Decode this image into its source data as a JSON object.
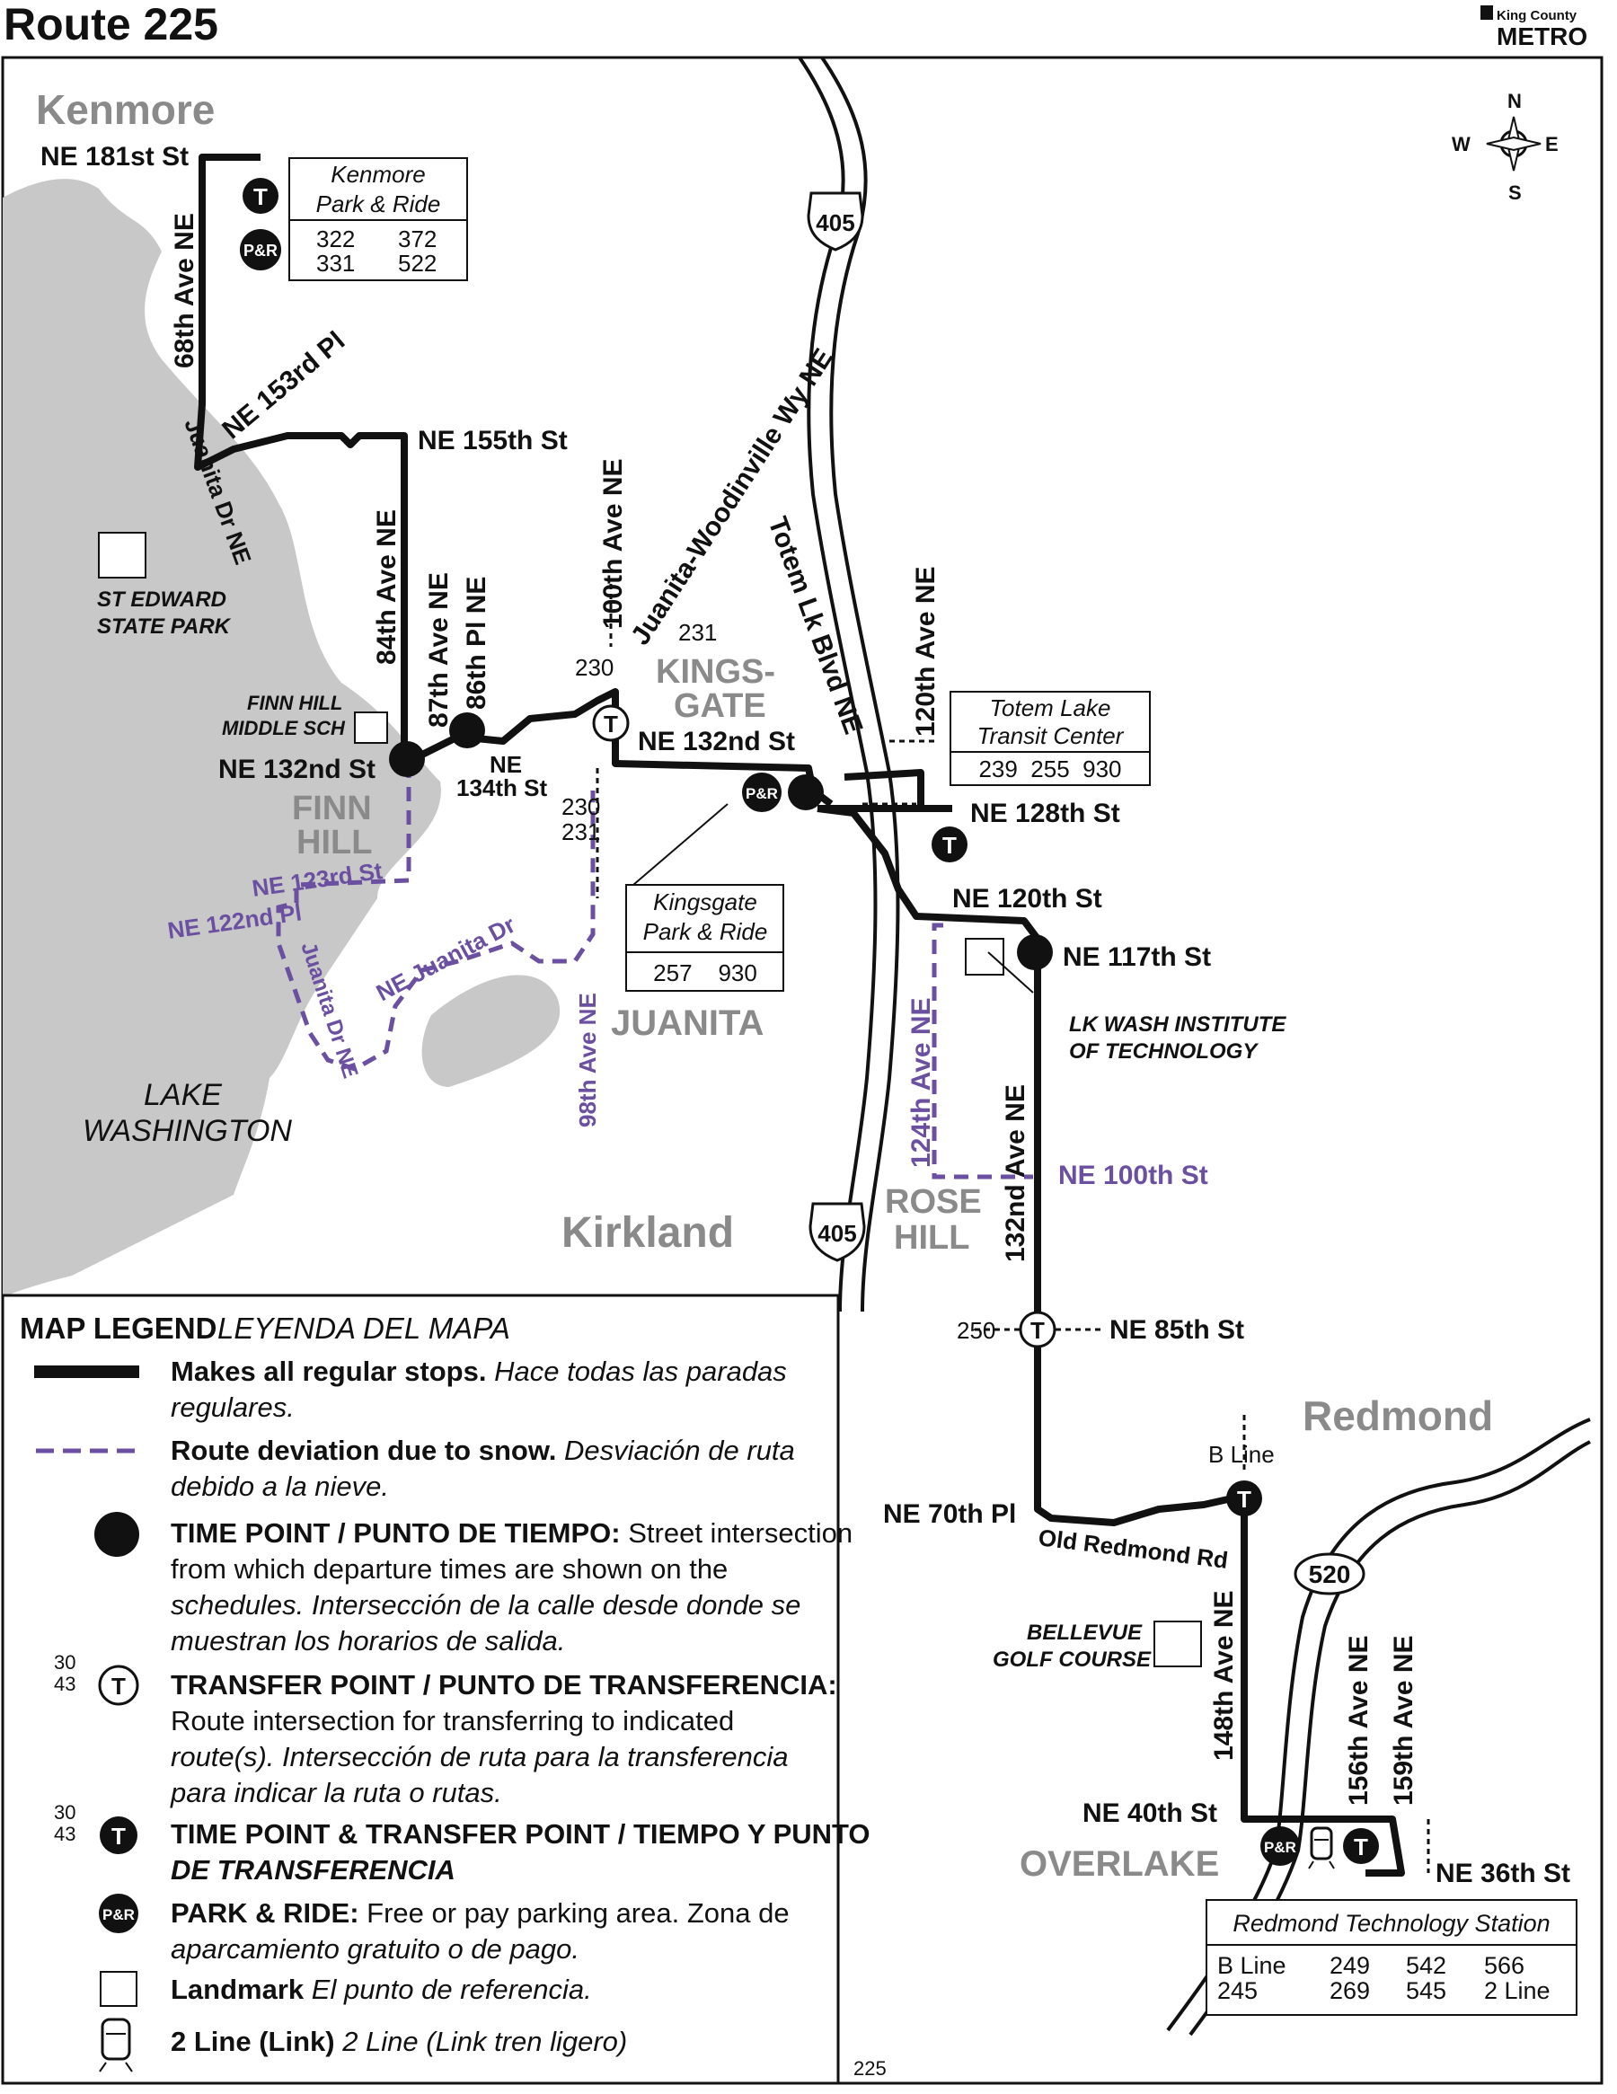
{
  "header": {
    "title": "Route 225",
    "agency_line1": "King County",
    "agency_line2": "METRO"
  },
  "compass": {
    "n": "N",
    "s": "S",
    "e": "E",
    "w": "W"
  },
  "areas": {
    "kenmore": "Kenmore",
    "finn_hill": [
      "FINN",
      "HILL"
    ],
    "kingsgate": [
      "KINGS-",
      "GATE"
    ],
    "juanita": "JUANITA",
    "kirkland": "Kirkland",
    "rose_hill": [
      "ROSE",
      "HILL"
    ],
    "redmond": "Redmond",
    "overlake": "OVERLAKE",
    "lake": [
      "LAKE",
      "WASHINGTON"
    ]
  },
  "streets": {
    "ne181": "NE 181st St",
    "ave68": "68th Ave NE",
    "ne153pl": "NE 153rd Pl",
    "juanita_dr": "Juanita Dr NE",
    "ne155": "NE 155th St",
    "ave84": "84th Ave NE",
    "ave87": "87th Ave NE",
    "pl86": "86th Pl NE",
    "ne134": [
      "NE",
      "134th St"
    ],
    "ne132_w": "NE 132nd St",
    "ave100": "100th Ave NE",
    "jw_way": "Juanita-Woodinville Wy NE",
    "totem_blvd": "Totem Lk Blvd NE",
    "ne132_e": "NE 132nd St",
    "ave120": "120th Ave NE",
    "ne128": "NE 128th St",
    "ne120": "NE 120th St",
    "ne117": "NE 117th St",
    "ave124": "124th Ave NE",
    "ave132": "132nd Ave NE",
    "ne100": "NE 100th St",
    "ne85": "NE 85th St",
    "ne70pl": "NE 70th Pl",
    "old_redmond": "Old Redmond Rd",
    "ave148": "148th Ave NE",
    "ave156": "156th Ave NE",
    "ave159": "159th Ave NE",
    "ne40": "NE 40th St",
    "ne36": "NE 36th St",
    "ne123": "NE 123rd St",
    "ne122pl": "NE 122nd Pl",
    "juanita_dr2": "Juanita Dr NE",
    "ne_juanita_dr": "NE Juanita Dr",
    "ave98": "98th Ave NE"
  },
  "highways": {
    "i405_a": "405",
    "i405_b": "405",
    "sr520": "520"
  },
  "landmarks": {
    "st_edward": [
      "ST EDWARD",
      "STATE PARK"
    ],
    "finn_hill_ms": [
      "FINN HILL",
      "MIDDLE SCH"
    ],
    "lwit": [
      "LK WASH INSTITUTE",
      "OF TECHNOLOGY"
    ],
    "bellevue_golf": [
      "BELLEVUE",
      "GOLF COURSE"
    ]
  },
  "stations": {
    "kenmore_pr": {
      "title": [
        "Kenmore",
        "Park & Ride"
      ],
      "routes": [
        "322",
        "372",
        "331",
        "522"
      ]
    },
    "totem_lake": {
      "title": [
        "Totem Lake",
        "Transit Center"
      ],
      "routes": "239  255  930"
    },
    "kingsgate_pr": {
      "title": [
        "Kingsgate",
        "Park & Ride"
      ],
      "routes": "257    930"
    },
    "redmond_tech": {
      "title": "Redmond Technology Station",
      "routes": [
        "B Line",
        "249",
        "542",
        "566",
        "245",
        "269",
        "545",
        "2 Line"
      ]
    }
  },
  "transfer_labels": {
    "r230_top": "230",
    "r231_top": "231",
    "r230_bot": "230",
    "r231_bot": "231",
    "r250": "250",
    "b_line": "B Line",
    "t": "T",
    "pr": "P&R"
  },
  "legend": {
    "heading": "MAP LEGEND",
    "heading_es": "LEYENDA DEL MAPA",
    "items": [
      {
        "bold": "Makes all regular stops.",
        "rest": " Hace todas las paradas",
        "line2": "regulares."
      },
      {
        "bold": "Route deviation due to snow.",
        "rest": " Desviación de ruta",
        "line2": "debido a la nieve."
      },
      {
        "bold": "TIME POINT / PUNTO DE TIEMPO:",
        "rest": " Street intersection",
        "line2": "from which departure times are shown on the",
        "line3": "schedules. Intersección de la calle desde donde se",
        "line4": "muestran los horarios de salida."
      },
      {
        "bold": "TRANSFER POINT / PUNTO DE TRANSFERENCIA:",
        "line2": "Route intersection for transferring to indicated",
        "line3": "route(s). Intersección de ruta para la transferencia",
        "line4": "para indicar la ruta o rutas."
      },
      {
        "bold": "TIME POINT & TRANSFER POINT / TIEMPO Y PUNTO",
        "line2": "DE TRANSFERENCIA"
      },
      {
        "bold": "PARK & RIDE:",
        "rest": " Free or pay parking area. Zona de",
        "line2": "aparcamiento gratuito o de pago."
      },
      {
        "bold": "Landmark",
        "rest": " El punto de referencia."
      },
      {
        "bold": "2 Line (Link)",
        "rest": " 2 Line (Link tren ligero)"
      }
    ],
    "sample_routes": [
      "30",
      "43"
    ]
  },
  "footer_code": "225",
  "colors": {
    "route": "#111111",
    "snow": "#6b4fa0",
    "water": "#c8c8c8",
    "gray_label": "#8a8a8a"
  }
}
